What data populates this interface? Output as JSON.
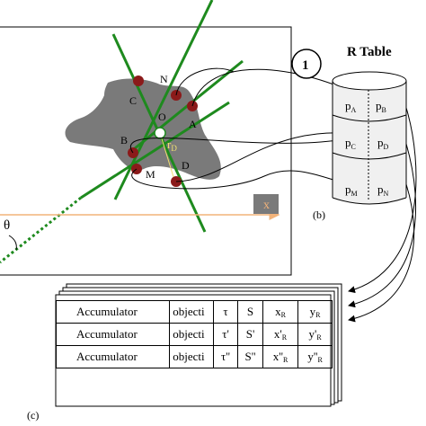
{
  "panel_b": {
    "circle_number": "1",
    "table_title": "R Table",
    "caption": "(b)",
    "cells": [
      {
        "base": "p",
        "sub": "A"
      },
      {
        "base": "p",
        "sub": "B"
      },
      {
        "base": "p",
        "sub": "C"
      },
      {
        "base": "p",
        "sub": "D"
      },
      {
        "base": "p",
        "sub": "M"
      },
      {
        "base": "p",
        "sub": "N"
      }
    ]
  },
  "panel_a": {
    "points": [
      "C",
      "N",
      "O",
      "A",
      "B",
      "M",
      "D"
    ],
    "r_label": {
      "base": "r",
      "sub": "D"
    },
    "theta": "θ",
    "x_box": "x"
  },
  "panel_c": {
    "caption": "(c)",
    "rows": [
      {
        "name": "Accumulator",
        "obj": "objecti",
        "tau": "τ",
        "s": "S",
        "x_base": "x",
        "x_sub": "R",
        "y_base": "y",
        "y_sub": "R"
      },
      {
        "name": "Accumulator",
        "obj": "objecti",
        "tau": "τ'",
        "s": "S'",
        "x_base": "x'",
        "x_sub": "R",
        "y_base": "y'",
        "y_sub": "R"
      },
      {
        "name": "Accumulator",
        "obj": "objecti",
        "tau": "τ''",
        "s": "S''",
        "x_base": "x''",
        "x_sub": "R",
        "y_base": "y''",
        "y_sub": "R"
      }
    ]
  },
  "colors": {
    "green": "#1e8a1e",
    "point": "#8b1a1a",
    "shape": "#7a7a7a",
    "axis": "#f2b37a",
    "dotted": "#1e8a1e",
    "x_box": "#7a7a7a"
  }
}
